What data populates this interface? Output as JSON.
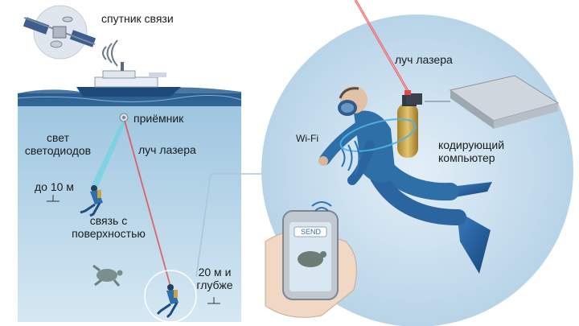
{
  "labels": {
    "satellite": "спутник связи",
    "receiver": "приёмник",
    "led_light": "свет\nсветодиодов",
    "laser_left": "луч лазера",
    "depth_10": "до 10 м",
    "surface_link": "связь с\nповерхностью",
    "depth_20": "20 м и\nглубже",
    "laser_right": "луч лазера",
    "wifi": "Wi-Fi",
    "encoder": "кодирующий\nкомпьютер",
    "phone_send": "SEND"
  },
  "icons": [
    "satellite-icon",
    "ship-icon",
    "receiver-icon",
    "diver-icon",
    "turtle-icon",
    "smartphone-icon",
    "hand-icon",
    "computer-board-icon",
    "laser-device-icon"
  ],
  "colors": {
    "water_top": "#a9cde4",
    "water_bottom": "#cfe4f1",
    "sea_surface": "#2e5d8c",
    "circle_fill": "#cfe3f0",
    "laser": "#e8454a",
    "led": "#59d3e0",
    "wifi": "#2f6fb3",
    "diver_suit": "#2e6fa8",
    "tank": "#c9a24a"
  }
}
